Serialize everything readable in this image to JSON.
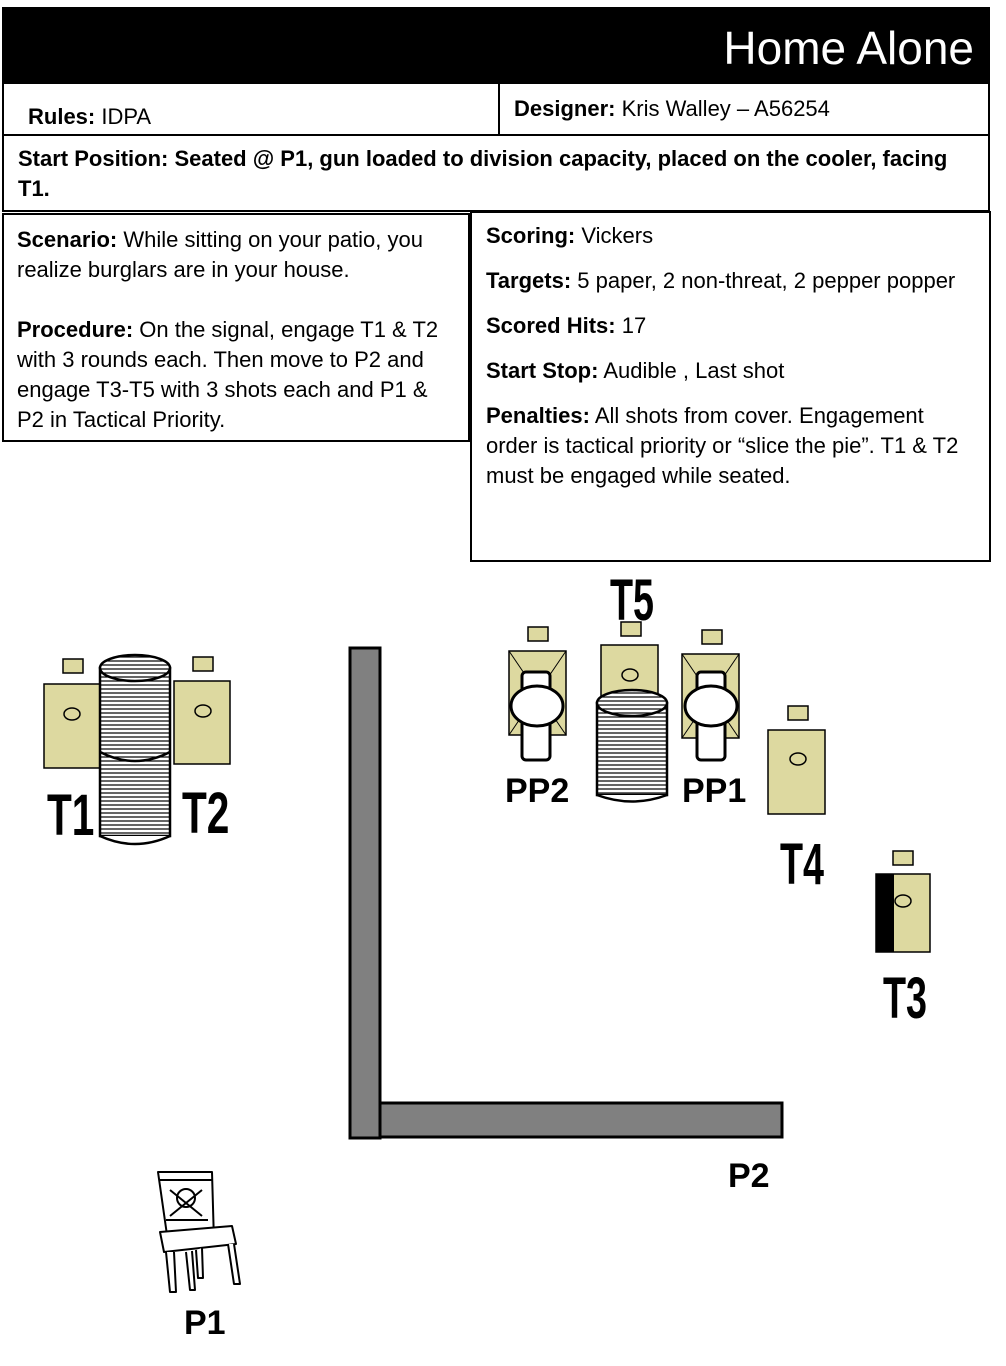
{
  "header": {
    "title": "Home Alone"
  },
  "info": {
    "rules_label": "Rules:",
    "rules_value": "IDPA",
    "designer_label": "Designer:",
    "designer_value": "Kris Walley – A56254",
    "start_position_label": "Start Position:",
    "start_position_value": "Seated @ P1, gun loaded to division capacity, placed on the cooler, facing T1."
  },
  "left_panel": {
    "scenario_label": "Scenario:",
    "scenario_value": "While sitting on your patio, you realize burglars are in your house.",
    "procedure_label": "Procedure:",
    "procedure_value": "On the signal, engage T1 & T2 with 3 rounds each.  Then move to P2 and engage T3-T5  with 3 shots each and P1 & P2 in Tactical Priority."
  },
  "right_panel": {
    "scoring_label": "Scoring:",
    "scoring_value": "Vickers",
    "targets_label": "Targets:",
    "targets_value": "5 paper, 2 non-threat, 2 pepper popper",
    "scored_hits_label": "Scored Hits:",
    "scored_hits_value": "17",
    "start_stop_label": "Start Stop:",
    "start_stop_value": "Audible , Last shot",
    "penalties_label": "Penalties:",
    "penalties_value": "All shots from cover. Engagement order is tactical priority or “slice the pie”.  T1 & T2 must be engaged while seated."
  },
  "diagram": {
    "labels": {
      "t1": "T1",
      "t2": "T2",
      "t3": "T3",
      "t4": "T4",
      "t5": "T5",
      "pp1": "PP1",
      "pp2": "PP2",
      "p1": "P1",
      "p2": "P2"
    },
    "colors": {
      "target_fill": "#ddd9a0",
      "wall_fill": "#808080",
      "outline": "#000000"
    },
    "icons": {
      "barrel": "barrel-icon",
      "chair": "chair-icon",
      "pepper_popper": "pepper-popper-icon",
      "target": "paper-target-icon"
    }
  }
}
